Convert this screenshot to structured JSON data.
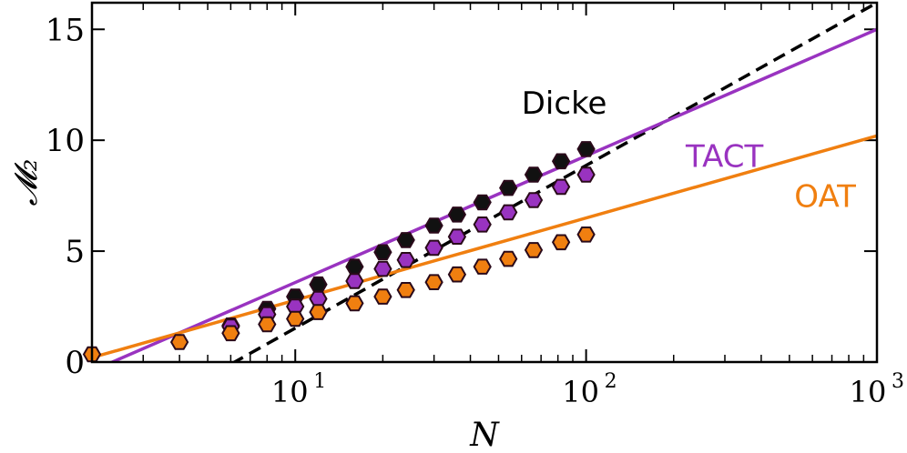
{
  "chart_data": {
    "type": "line",
    "xscale": "log",
    "xlim": [
      2,
      1000
    ],
    "ylim": [
      0,
      16.2
    ],
    "xlabel": "N",
    "ylabel": "𝓜₂",
    "grid": false,
    "legend": "none",
    "x_tick_labels": [
      {
        "value": 10,
        "base": "10",
        "exp": "1"
      },
      {
        "value": 100,
        "base": "10",
        "exp": "2"
      },
      {
        "value": 1000,
        "base": "10",
        "exp": "3"
      }
    ],
    "y_ticks": [
      0,
      5,
      10,
      15
    ],
    "y_tick_labels": [
      "0",
      "5",
      "10",
      "15"
    ],
    "series": [
      {
        "name": "Dicke",
        "color": "#000000",
        "style": "dashed",
        "line": {
          "x": [
            2,
            1000
          ],
          "y": [
            -3.6,
            16.2
          ]
        },
        "marker_color": "#111111",
        "points": {
          "x": [
            6,
            8,
            10,
            12,
            16,
            20,
            24,
            30,
            36,
            44,
            54,
            66,
            82,
            100
          ],
          "y": [
            1.65,
            2.4,
            2.95,
            3.5,
            4.3,
            4.95,
            5.5,
            6.15,
            6.65,
            7.2,
            7.85,
            8.45,
            9.05,
            9.6
          ]
        }
      },
      {
        "name": "TACT",
        "color": "#9933c0",
        "style": "solid",
        "line": {
          "x": [
            2,
            1000
          ],
          "y": [
            -0.4,
            15.0
          ]
        },
        "marker_color": "#9933c0",
        "points": {
          "x": [
            6,
            8,
            10,
            12,
            16,
            20,
            24,
            30,
            36,
            44,
            54,
            66,
            82,
            100
          ],
          "y": [
            1.6,
            2.15,
            2.5,
            2.85,
            3.65,
            4.2,
            4.6,
            5.15,
            5.65,
            6.2,
            6.75,
            7.3,
            7.9,
            8.45
          ]
        }
      },
      {
        "name": "OAT",
        "color": "#f07f10",
        "style": "solid",
        "line": {
          "x": [
            2,
            1000
          ],
          "y": [
            0.2,
            10.2
          ]
        },
        "marker_color": "#f07f10",
        "points": {
          "x": [
            2,
            4,
            6,
            8,
            10,
            12,
            16,
            20,
            24,
            30,
            36,
            44,
            54,
            66,
            82,
            100
          ],
          "y": [
            0.35,
            0.9,
            1.3,
            1.7,
            1.95,
            2.25,
            2.65,
            2.95,
            3.25,
            3.6,
            3.95,
            4.3,
            4.65,
            5.05,
            5.4,
            5.75
          ]
        }
      }
    ],
    "annotations": [
      {
        "text": "Dicke",
        "color": "#000000",
        "x": 60,
        "y": 11.2
      },
      {
        "text": "TACT",
        "color": "#9933c0",
        "x": 220,
        "y": 8.8
      },
      {
        "text": "OAT",
        "color": "#f07f10",
        "x": 520,
        "y": 7.0
      }
    ]
  }
}
